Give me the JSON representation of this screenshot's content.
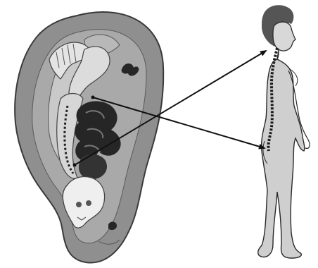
{
  "colors": {
    "background": "#ffffff",
    "ear_fill": "#8f8f8f",
    "ear_outline": "#3a3a3a",
    "ear_inner": "#a9a9a9",
    "fold_fill": "#c9c9c9",
    "organ_dark": "#262626",
    "skull_fill": "#efefef",
    "body_fill": "#cfcfcf",
    "body_outline": "#2a2a2a",
    "hair": "#555555",
    "spine": "#1c1c1c",
    "arrow": "#111111"
  },
  "icons": {
    "ear": "auricle-map-icon",
    "figure": "human-body-icon",
    "fetus": "inverted-fetus-icon",
    "skull": "skull-icon"
  },
  "arrows": {
    "count": 2,
    "targets": [
      "neck",
      "lower-back"
    ]
  }
}
